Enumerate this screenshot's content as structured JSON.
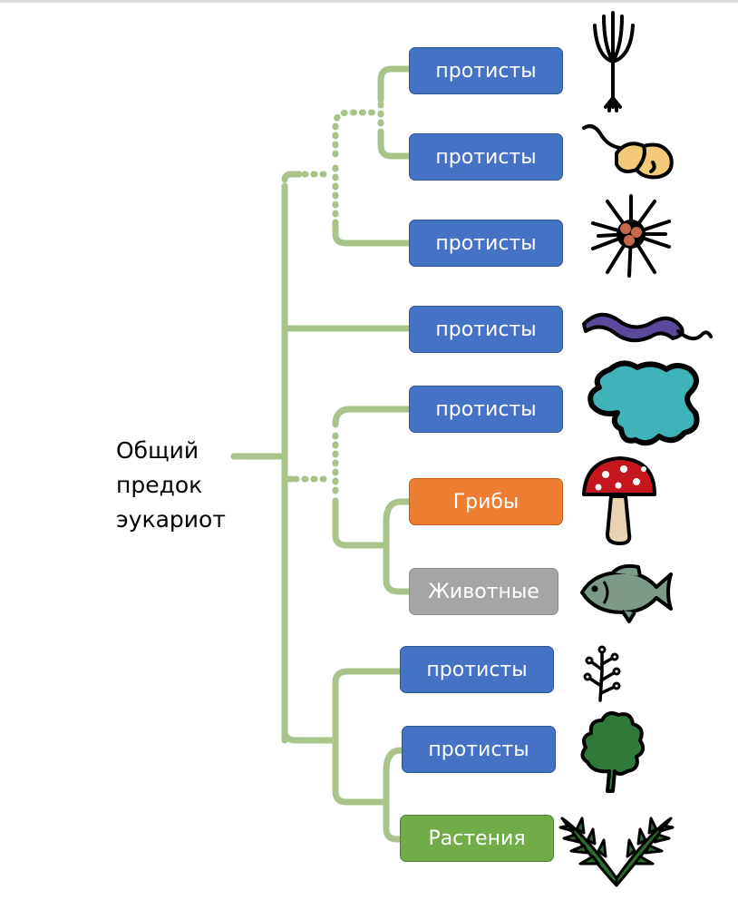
{
  "root": {
    "line1": "Общий",
    "line2": "предок",
    "line3": "эукариот"
  },
  "colors": {
    "branch": "#a9c48a",
    "protist": "#4472c4",
    "fungi": "#ed7d31",
    "animals": "#a5a5a5",
    "plants": "#70ad47"
  },
  "nodes": [
    {
      "label": "протисты",
      "icon": "chlamydomonas-like-icon"
    },
    {
      "label": "протисты",
      "icon": "flagellate-protist-icon"
    },
    {
      "label": "протисты",
      "icon": "radiolarian-icon"
    },
    {
      "label": "протисты",
      "icon": "trypanosome-icon"
    },
    {
      "label": "протисты",
      "icon": "amoeba-icon"
    },
    {
      "label": "Грибы",
      "icon": "mushroom-icon"
    },
    {
      "label": "Животные",
      "icon": "fish-icon"
    },
    {
      "label": "протисты",
      "icon": "red-alga-icon"
    },
    {
      "label": "протисты",
      "icon": "green-alga-icon"
    },
    {
      "label": "Растения",
      "icon": "plant-icon"
    }
  ]
}
